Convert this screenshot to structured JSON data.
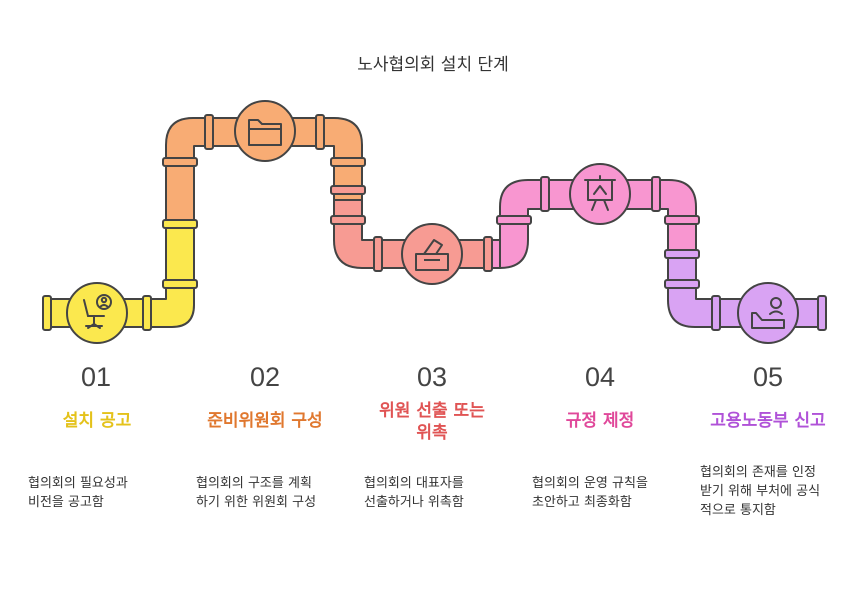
{
  "title": "노사협의회 설치 단계",
  "colors": {
    "step1": "#f2d21b",
    "step2": "#e8843a",
    "step3": "#e05a5a",
    "step4": "#e0489a",
    "step5": "#b05ad8"
  },
  "steps": [
    {
      "number": "01",
      "label": "설치 공고",
      "icon": "office-chair-person-icon",
      "description": "협의회의 필요성과\n비전을 공고함"
    },
    {
      "number": "02",
      "label": "준비위원회 구성",
      "icon": "folder-icon",
      "description": "협의회의 구조를 계획\n하기 위한 위원회 구성"
    },
    {
      "number": "03",
      "label": "위원 선출 또는\n위촉",
      "icon": "ballot-box-icon",
      "description": "협의회의 대표자를\n선출하거나 위촉함"
    },
    {
      "number": "04",
      "label": "규정 제정",
      "icon": "presentation-board-icon",
      "description": "협의회의 운영 규칙을\n초안하고 최종화함"
    },
    {
      "number": "05",
      "label": "고용노동부 신고",
      "icon": "hand-report-icon",
      "description": "협의회의  존재를 인정\n받기 위해 부처에 공식\n적으로 통지함"
    }
  ]
}
